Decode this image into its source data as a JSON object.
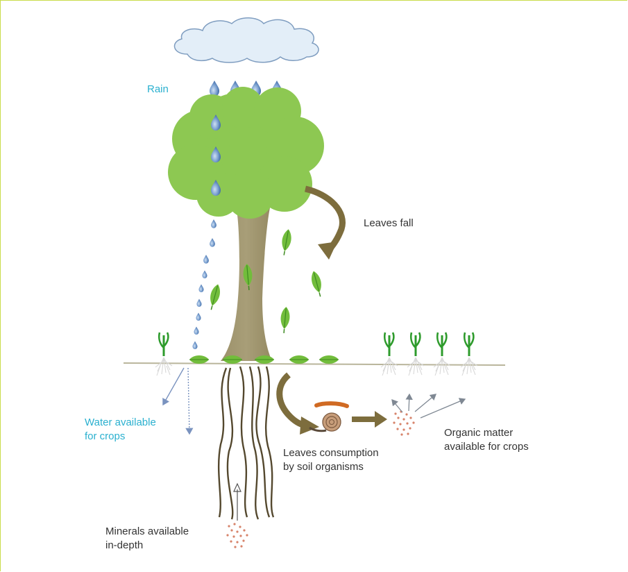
{
  "colors": {
    "frame": "#c9dc4a",
    "cloud_fill": "#e3eef8",
    "cloud_stroke": "#7f9dc0",
    "drop": "#5b84bd",
    "canopy": "#8dc852",
    "trunk": "#a19771",
    "leaf": "#6fbb3a",
    "leaf_dark": "#3d8a21",
    "ground": "#b9b59b",
    "arrow": "#7d6d3d",
    "root": "#54482e",
    "sprout": "#2e9b2c",
    "blue_text": "#2ab0cf",
    "dark_text": "#333333",
    "particle": "#d7836a"
  },
  "labels": {
    "rain": "Rain",
    "leaves_fall": "Leaves fall",
    "water": "Water available\nfor crops",
    "consumption": "Leaves consumption\nby soil organisms",
    "organic": "Organic matter\navailable for crops",
    "minerals": "Minerals available\nin-depth"
  },
  "icons": [
    "cloud-icon",
    "raindrop-icon",
    "tree-icon",
    "leaf-icon",
    "curved-arrow-icon",
    "sprout-icon",
    "earthworm-icon",
    "snail-icon",
    "particle-cluster-icon"
  ]
}
